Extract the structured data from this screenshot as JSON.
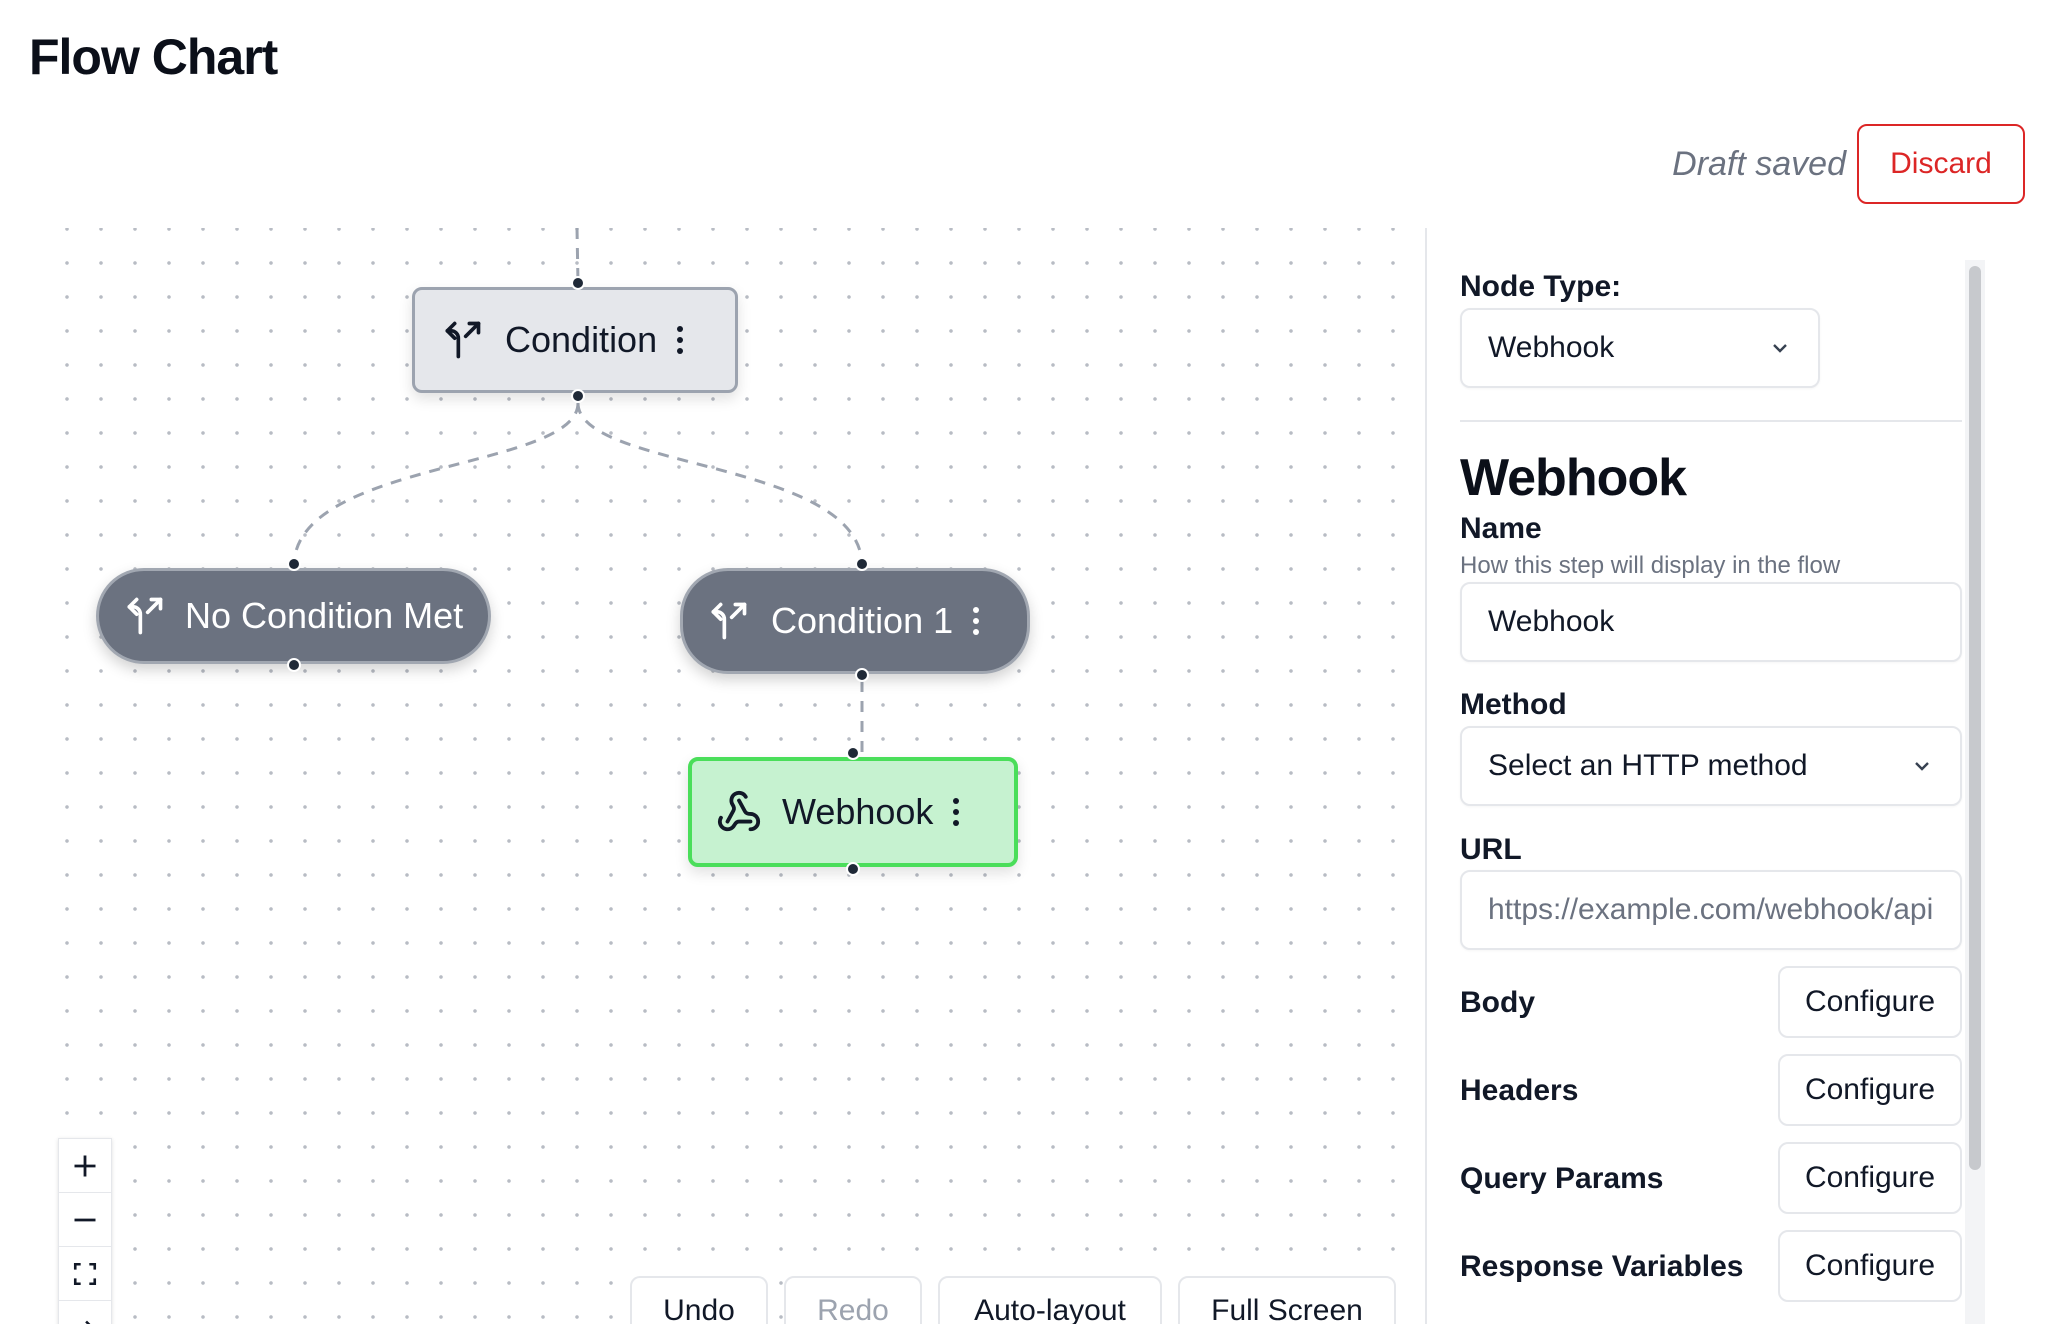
{
  "page": {
    "title": "Flow Chart"
  },
  "header": {
    "status_text": "Draft saved",
    "discard_label": "Discard"
  },
  "canvas": {
    "nodes": [
      {
        "id": "condition",
        "label": "Condition",
        "type": "condition"
      },
      {
        "id": "no-condition-met",
        "label": "No Condition Met",
        "type": "branch"
      },
      {
        "id": "condition-1",
        "label": "Condition 1",
        "type": "branch"
      },
      {
        "id": "webhook",
        "label": "Webhook",
        "type": "webhook",
        "selected": true
      }
    ],
    "zoom_controls": [
      "zoom-in",
      "zoom-out",
      "fit-view",
      "interactive"
    ],
    "toolbar": {
      "undo": "Undo",
      "redo": "Redo",
      "auto_layout": "Auto-layout",
      "full_screen": "Full Screen"
    }
  },
  "panel": {
    "node_type_label": "Node Type:",
    "node_type_value": "Webhook",
    "section_title": "Webhook",
    "name_label": "Name",
    "name_help": "How this step will display in the flow",
    "name_value": "Webhook",
    "method_label": "Method",
    "method_placeholder": "Select an HTTP method",
    "url_label": "URL",
    "url_placeholder": "https://example.com/webhook/api",
    "configure_rows": [
      {
        "label": "Body",
        "button": "Configure"
      },
      {
        "label": "Headers",
        "button": "Configure"
      },
      {
        "label": "Query Params",
        "button": "Configure"
      },
      {
        "label": "Response Variables",
        "button": "Configure"
      }
    ]
  },
  "colors": {
    "discard": "#dc2626",
    "selected_node_fill": "#c6f2d0",
    "selected_node_border": "#4ade5a",
    "branch_node_fill": "#6b7280"
  }
}
